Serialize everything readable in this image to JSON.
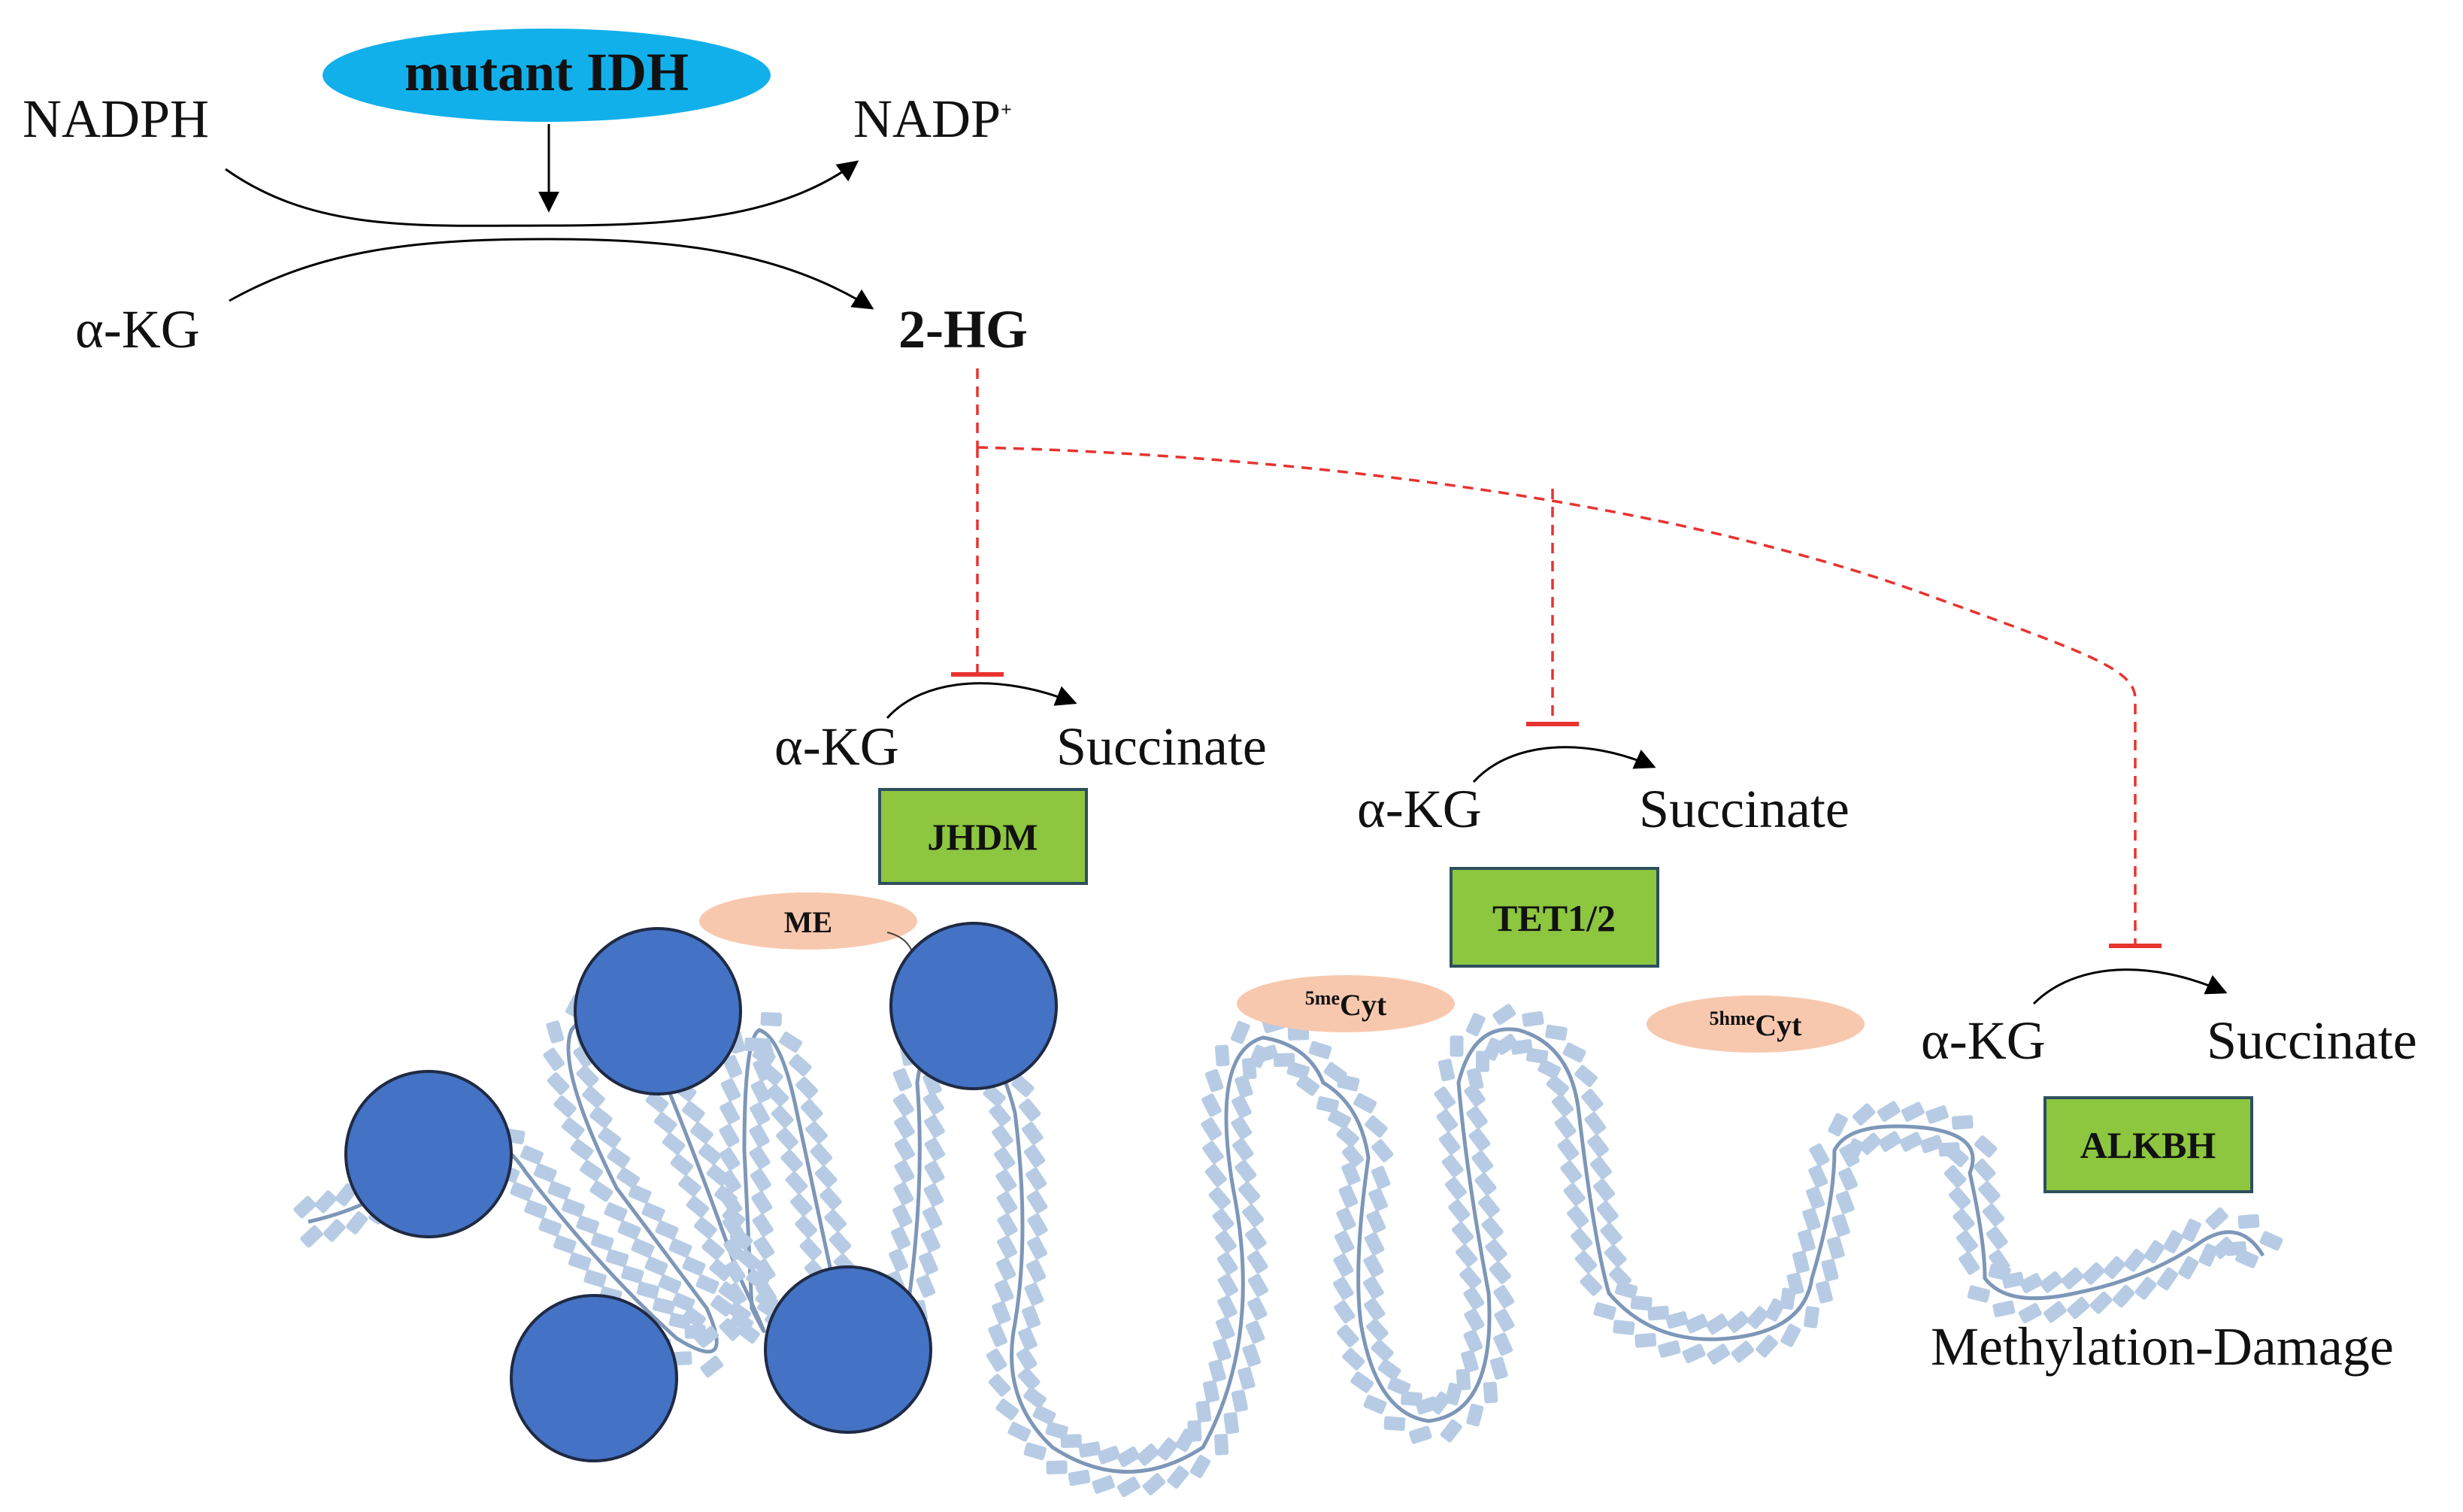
{
  "top": {
    "enzyme": "mutant IDH",
    "cofactor_in": "NADPH",
    "cofactor_out": "NADP",
    "cofactor_out_charge": "+",
    "substrate": "α-KG",
    "product": "2-HG"
  },
  "reactions": [
    {
      "substrate": "α-KG",
      "product": "Succinate",
      "enzyme": "JHDM"
    },
    {
      "substrate": "α-KG",
      "product": "Succinate",
      "enzyme": "TET1/2"
    },
    {
      "substrate": "α-KG",
      "product": "Succinate",
      "enzyme": "ALKBH"
    }
  ],
  "marks": {
    "me": "ME",
    "five_me_prefix": "5me",
    "five_me_base": "Cyt",
    "five_hme_prefix": "5hme",
    "five_hme_base": "Cyt"
  },
  "damage_label": "Methylation-Damage",
  "colors": {
    "enzyme_ellipse": "#12B0EA",
    "enzyme_box": "#8DC63F",
    "enzyme_box_border": "#2E4F5E",
    "inhibition": "#E8332F",
    "histone": "#4472C4",
    "histone_border": "#1F2A44",
    "mark": "#F8C8AE",
    "dna": "#B7CCE4",
    "dna_backbone": "#7E97B8"
  }
}
